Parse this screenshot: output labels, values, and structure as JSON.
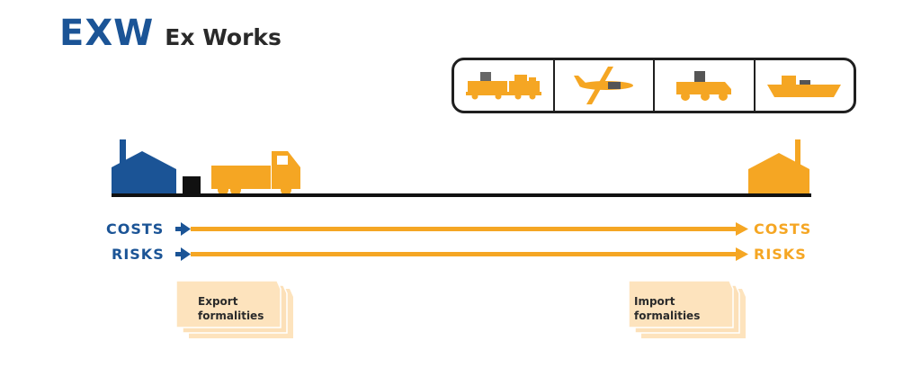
{
  "title": {
    "code": "EXW",
    "name": "Ex Works"
  },
  "transport_modes": [
    {
      "icon": "train-icon"
    },
    {
      "icon": "airplane-icon"
    },
    {
      "icon": "truck-icon"
    },
    {
      "icon": "ship-icon"
    }
  ],
  "left_labels": {
    "costs": "COSTS",
    "risks": "RISKS"
  },
  "right_labels": {
    "costs": "COSTS",
    "risks": "RISKS"
  },
  "export_doc": {
    "line1": "Export",
    "line2": "formalities"
  },
  "import_doc": {
    "line1": "Import",
    "line2": "formalities"
  },
  "colors": {
    "blue": "#1b5496",
    "orange": "#f5a623",
    "black": "#111111",
    "doc": "#fde3bd"
  }
}
